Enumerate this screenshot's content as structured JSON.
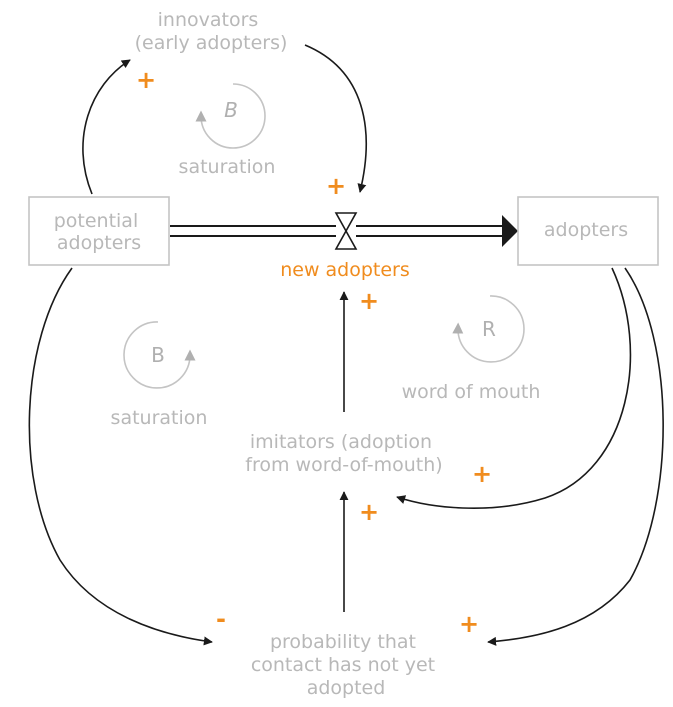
{
  "stocks": {
    "potential_adopters": [
      "potential",
      "adopters"
    ],
    "adopters": "adopters"
  },
  "flow": {
    "label": "new adopters"
  },
  "variables": {
    "innovators": [
      "innovators",
      "(early adopters)"
    ],
    "imitators": [
      "imitators (adoption",
      "from word-of-mouth)"
    ],
    "probability": [
      "probability that",
      "contact has not yet",
      "adopted"
    ]
  },
  "loops": {
    "saturation_top": {
      "letter": "B",
      "name": "saturation"
    },
    "saturation_left": {
      "letter": "B",
      "name": "saturation"
    },
    "word_of_mouth": {
      "letter": "R",
      "name": "word of mouth"
    }
  },
  "polarity": {
    "potential_to_innovators": "+",
    "innovators_to_flow": "+",
    "imitators_to_flow": "+",
    "adopters_to_imitators": "+",
    "probability_to_imitators": "+",
    "potential_to_probability": "-",
    "adopters_to_probability": "+"
  },
  "colors": {
    "accent": "#f08c1e",
    "label_gray": "#b8b8b8",
    "arrow": "#1a1a1a",
    "box_border": "#c4c4c4"
  }
}
